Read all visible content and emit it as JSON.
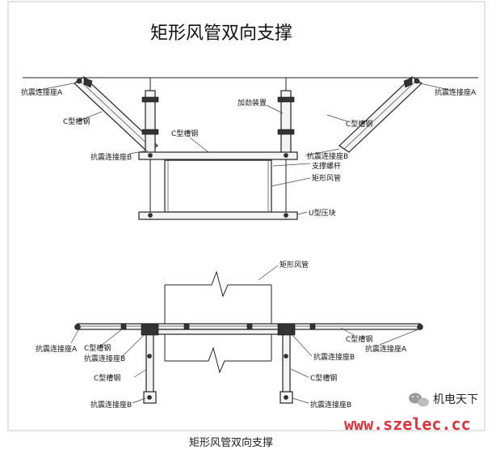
{
  "title": "矩形风管双向支撑",
  "caption": "矩形风管双向支撑",
  "labels": {
    "top_left_seat": "抗震连接座A",
    "top_left_channel": "C型槽钢",
    "top_left_seat_b": "抗震连接座B",
    "top_mid_channel": "C型槽钢",
    "top_reinforce": "加劲装置",
    "top_right_seat": "抗震连接座A",
    "top_right_channel": "C型槽钢",
    "top_right_seat_b": "抗震连接座B",
    "top_rod": "支撑螺杆",
    "top_duct": "矩形风管",
    "top_clamp": "U型压块",
    "bot_duct": "矩形风管",
    "bot_left_seat_a": "抗震连接座A",
    "bot_left_channel": "C型槽钢",
    "bot_left_seat_b": "抗震连接座B",
    "bot_left_channel2": "C型槽钢",
    "bot_left_seat_b2": "抗震连接座B",
    "bot_right_channel": "C型槽钢",
    "bot_right_seat_a": "抗震连接座A",
    "bot_right_seat_b": "抗震连接座B",
    "bot_right_channel2": "C型槽钢",
    "bot_right_seat_b2": "抗震连接座B"
  },
  "watermark": {
    "brand": "机电天下",
    "url": "www.szelec.cc",
    "accent_color": "#e0303a"
  }
}
